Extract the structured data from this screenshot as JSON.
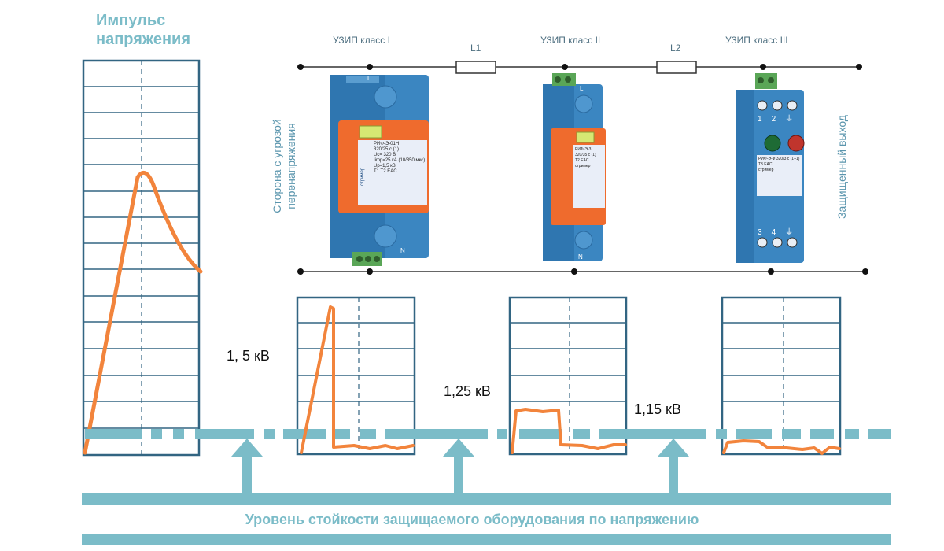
{
  "title": {
    "line1": "Импульс",
    "line2": "напряжения"
  },
  "circuit": {
    "class1_label": "УЗИП класс I",
    "class2_label": "УЗИП класс II",
    "class3_label": "УЗИП класс III",
    "l1_label": "L1",
    "l2_label": "L2",
    "left_side_line1": "Сторона с угрозой",
    "left_side_line2": "перенапряжения",
    "right_side": "Защищенный выход"
  },
  "devices": {
    "d1": {
      "top_terminal": "L",
      "bottom_terminal": "N",
      "name": "РИФ-Э-01Н",
      "model": "320/25 с (1)",
      "spec1": "Uс= 320 В",
      "spec2": "Iimp=25 кА (10/350 мкс)",
      "spec3": "Up=1,5 кВ",
      "brand": "стример",
      "badges": "T1 T2 EAC"
    },
    "d2": {
      "top_terminal": "L",
      "bottom_terminal": "N",
      "name": "РИФ-Э-3",
      "model": "320/35 с (1)",
      "brand": "стример",
      "badges": "T2 EAC"
    },
    "d3": {
      "name": "РИФ-Э-Ф 320/3 с (1+1)",
      "brand": "стример",
      "terminals_top": [
        "1",
        "2",
        "⏚"
      ],
      "terminals_bottom": [
        "3",
        "4",
        "⏚"
      ],
      "badges": "T3 EAC"
    }
  },
  "levels": {
    "l1": "1, 5 кВ",
    "l2": "1,25 кВ",
    "l3": "1,15 кВ"
  },
  "footer": "Уровень стойкости защищаемого оборудования по напряжению",
  "colors": {
    "teal": "#7bbcc8",
    "grid": "#326582",
    "pulse": "#f2843c",
    "device_blue": "#3b86c1",
    "device_orange": "#ef6b2d"
  }
}
